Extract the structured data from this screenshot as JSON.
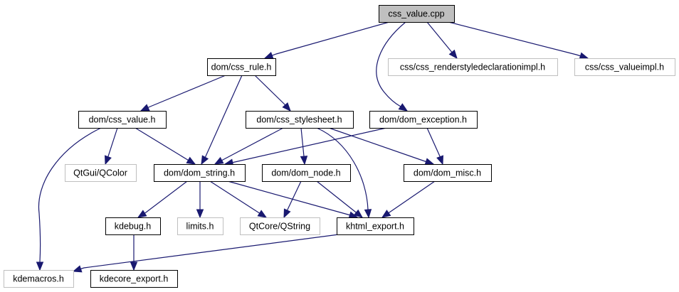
{
  "diagram": {
    "type": "include-dependency-graph",
    "root": "css_value.cpp",
    "colors": {
      "edge": "#191970",
      "root_fill": "#bfbfbf",
      "root_border": "#000000",
      "node_fill": "#ffffff",
      "node_border": "#000000",
      "external_border": "#bfbfbf"
    },
    "nodes": [
      {
        "id": "css_value_cpp",
        "label": "css_value.cpp",
        "kind": "root"
      },
      {
        "id": "dom_css_rule_h",
        "label": "dom/css_rule.h",
        "kind": "documented"
      },
      {
        "id": "css_renderstyledeclarationimpl_h",
        "label": "css/css_renderstyledeclarationimpl.h",
        "kind": "external"
      },
      {
        "id": "css_valueimpl_h",
        "label": "css/css_valueimpl.h",
        "kind": "external"
      },
      {
        "id": "dom_css_value_h",
        "label": "dom/css_value.h",
        "kind": "documented"
      },
      {
        "id": "dom_css_stylesheet_h",
        "label": "dom/css_stylesheet.h",
        "kind": "documented"
      },
      {
        "id": "dom_dom_exception_h",
        "label": "dom/dom_exception.h",
        "kind": "documented"
      },
      {
        "id": "qtgui_qcolor",
        "label": "QtGui/QColor",
        "kind": "external"
      },
      {
        "id": "dom_dom_string_h",
        "label": "dom/dom_string.h",
        "kind": "documented"
      },
      {
        "id": "dom_dom_node_h",
        "label": "dom/dom_node.h",
        "kind": "documented"
      },
      {
        "id": "dom_dom_misc_h",
        "label": "dom/dom_misc.h",
        "kind": "documented"
      },
      {
        "id": "kdebug_h",
        "label": "kdebug.h",
        "kind": "documented"
      },
      {
        "id": "limits_h",
        "label": "limits.h",
        "kind": "external"
      },
      {
        "id": "qtcore_qstring",
        "label": "QtCore/QString",
        "kind": "external"
      },
      {
        "id": "khtml_export_h",
        "label": "khtml_export.h",
        "kind": "documented"
      },
      {
        "id": "kdemacros_h",
        "label": "kdemacros.h",
        "kind": "external"
      },
      {
        "id": "kdecore_export_h",
        "label": "kdecore_export.h",
        "kind": "documented"
      }
    ],
    "edges": [
      {
        "from": "css_value_cpp",
        "to": "dom_css_rule_h"
      },
      {
        "from": "css_value_cpp",
        "to": "css_renderstyledeclarationimpl_h"
      },
      {
        "from": "css_value_cpp",
        "to": "css_valueimpl_h"
      },
      {
        "from": "css_value_cpp",
        "to": "dom_dom_exception_h"
      },
      {
        "from": "dom_css_rule_h",
        "to": "dom_css_value_h"
      },
      {
        "from": "dom_css_rule_h",
        "to": "dom_dom_string_h"
      },
      {
        "from": "dom_css_rule_h",
        "to": "dom_css_stylesheet_h"
      },
      {
        "from": "dom_css_value_h",
        "to": "kdemacros_h"
      },
      {
        "from": "dom_css_value_h",
        "to": "qtgui_qcolor"
      },
      {
        "from": "dom_css_value_h",
        "to": "dom_dom_string_h"
      },
      {
        "from": "dom_css_stylesheet_h",
        "to": "dom_dom_string_h"
      },
      {
        "from": "dom_css_stylesheet_h",
        "to": "dom_dom_node_h"
      },
      {
        "from": "dom_css_stylesheet_h",
        "to": "dom_dom_misc_h"
      },
      {
        "from": "dom_css_stylesheet_h",
        "to": "khtml_export_h"
      },
      {
        "from": "dom_dom_exception_h",
        "to": "dom_dom_string_h"
      },
      {
        "from": "dom_dom_exception_h",
        "to": "dom_dom_misc_h"
      },
      {
        "from": "dom_dom_string_h",
        "to": "kdebug_h"
      },
      {
        "from": "dom_dom_string_h",
        "to": "limits_h"
      },
      {
        "from": "dom_dom_string_h",
        "to": "qtcore_qstring"
      },
      {
        "from": "dom_dom_string_h",
        "to": "khtml_export_h"
      },
      {
        "from": "dom_dom_node_h",
        "to": "qtcore_qstring"
      },
      {
        "from": "dom_dom_node_h",
        "to": "khtml_export_h"
      },
      {
        "from": "dom_dom_misc_h",
        "to": "khtml_export_h"
      },
      {
        "from": "kdebug_h",
        "to": "kdecore_export_h"
      },
      {
        "from": "khtml_export_h",
        "to": "kdemacros_h"
      }
    ]
  }
}
